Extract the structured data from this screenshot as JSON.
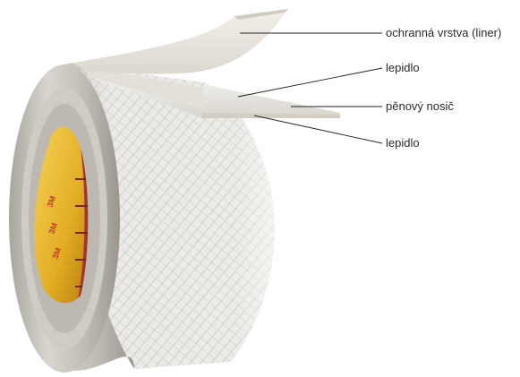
{
  "callouts": {
    "liner": "ochranná vrstva (liner)",
    "adhesive_top": "lepidlo",
    "foam_carrier": "pěnový nosič",
    "adhesive_bottom": "lepidlo"
  },
  "core_logo": {
    "text": "3M"
  },
  "colors": {
    "core_yellow": "#e8b92c",
    "core_red": "#b8322a",
    "roll_side": "#c4c1bb",
    "tape_surface": "#eceae4",
    "leader_line": "#222222"
  }
}
